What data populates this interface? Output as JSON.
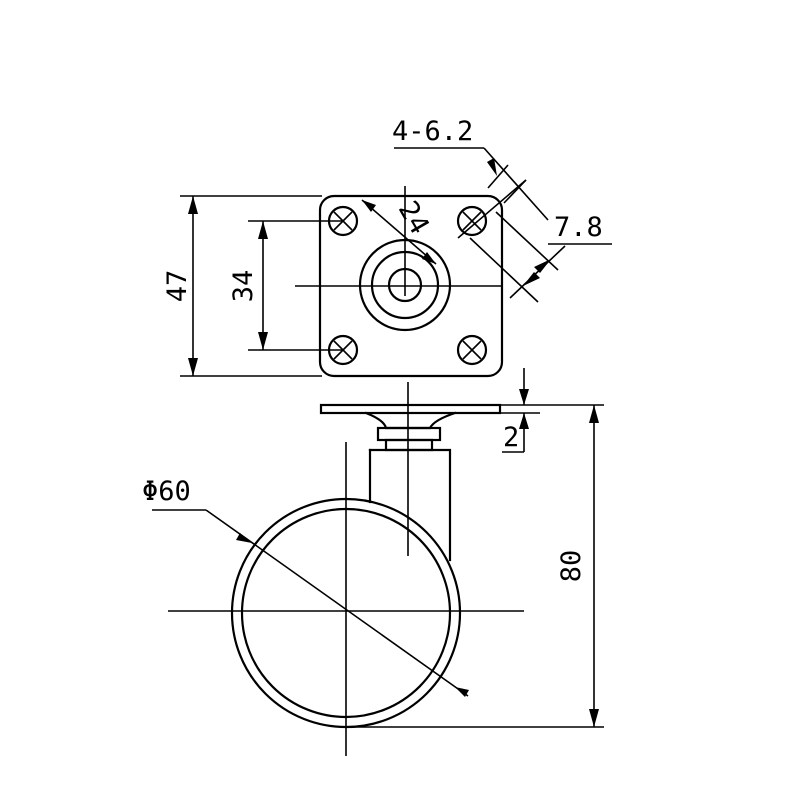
{
  "drawing": {
    "dimensions": {
      "hole_spec": "4-6.2",
      "hole_spacing_diag": "7.8",
      "center_dim": "24",
      "plate_height": "47",
      "hole_pitch": "34",
      "plate_thickness": "2",
      "wheel_diameter": "Φ60",
      "total_height": "80"
    }
  }
}
